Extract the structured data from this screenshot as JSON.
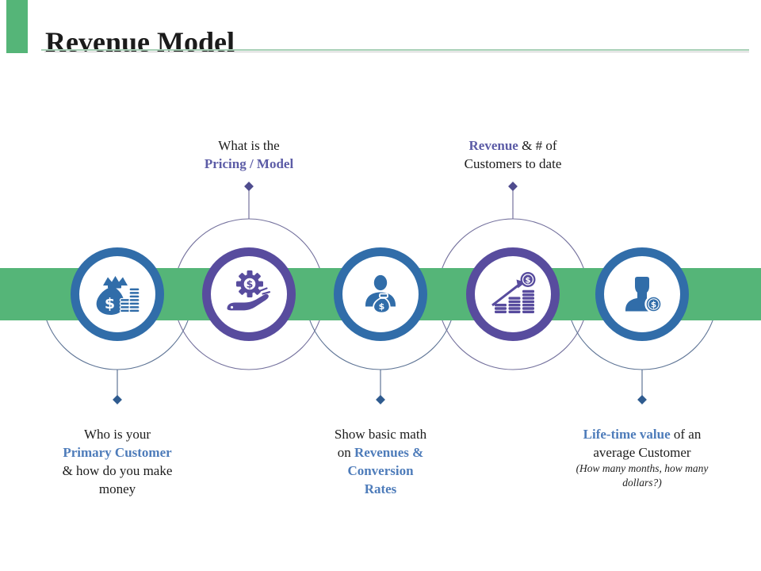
{
  "slide": {
    "title": "Revenue Model"
  },
  "colors": {
    "green": "#55B578",
    "blue": "#316DA9",
    "purple": "#584C9E",
    "text_blue": "#4E7CBA",
    "text_purple": "#5C5CA6",
    "arc_blue": "#5F7596",
    "arc_purple": "#74719D",
    "diamond_blue": "#2F5B8F",
    "diamond_purple": "#4F4C8E",
    "title_underline": "#A6CFB5"
  },
  "stations": [
    {
      "id": "primary-customer",
      "icon": "money-bag-coins-icon",
      "label_position": "bottom",
      "accent": "blue",
      "lines": [
        {
          "segments": [
            {
              "text": "Who is your"
            }
          ]
        },
        {
          "segments": [
            {
              "text": "Primary Customer"
            }
          ]
        },
        {
          "segments": [
            {
              "text": "& how do you make"
            }
          ]
        },
        {
          "segments": [
            {
              "text": "money"
            }
          ]
        }
      ]
    },
    {
      "id": "pricing-model",
      "icon": "hand-gear-dollar-icon",
      "label_position": "top",
      "accent": "purple",
      "lines": [
        {
          "segments": [
            {
              "text": "What is the"
            }
          ]
        },
        {
          "segments": [
            {
              "text": "Pricing / Model"
            }
          ]
        }
      ]
    },
    {
      "id": "revenues-conversion",
      "icon": "person-money-bag-icon",
      "label_position": "bottom",
      "accent": "blue",
      "lines": [
        {
          "segments": [
            {
              "text": "Show basic math"
            }
          ]
        },
        {
          "segments": [
            {
              "text": "on "
            },
            {
              "text": "Revenues &"
            }
          ]
        },
        {
          "segments": [
            {
              "text": "Conversion"
            }
          ]
        },
        {
          "segments": [
            {
              "text": "Rates"
            }
          ]
        }
      ]
    },
    {
      "id": "revenue-customers-to-date",
      "icon": "growth-chart-dollar-icon",
      "label_position": "top",
      "accent": "purple",
      "lines": [
        {
          "segments": [
            {
              "text": "Revenue"
            },
            {
              "text": " & # of"
            }
          ]
        },
        {
          "segments": [
            {
              "text": "Customers to date"
            }
          ]
        }
      ]
    },
    {
      "id": "lifetime-value",
      "icon": "person-dollar-coin-icon",
      "label_position": "bottom",
      "accent": "blue",
      "lines": [
        {
          "segments": [
            {
              "text": "Life-time value"
            },
            {
              "text": " of an"
            }
          ]
        },
        {
          "segments": [
            {
              "text": "average Customer"
            }
          ]
        },
        {
          "segments": [
            {
              "text": "(How many months, how many"
            }
          ]
        },
        {
          "segments": [
            {
              "text": "dollars?)"
            }
          ]
        }
      ]
    }
  ]
}
